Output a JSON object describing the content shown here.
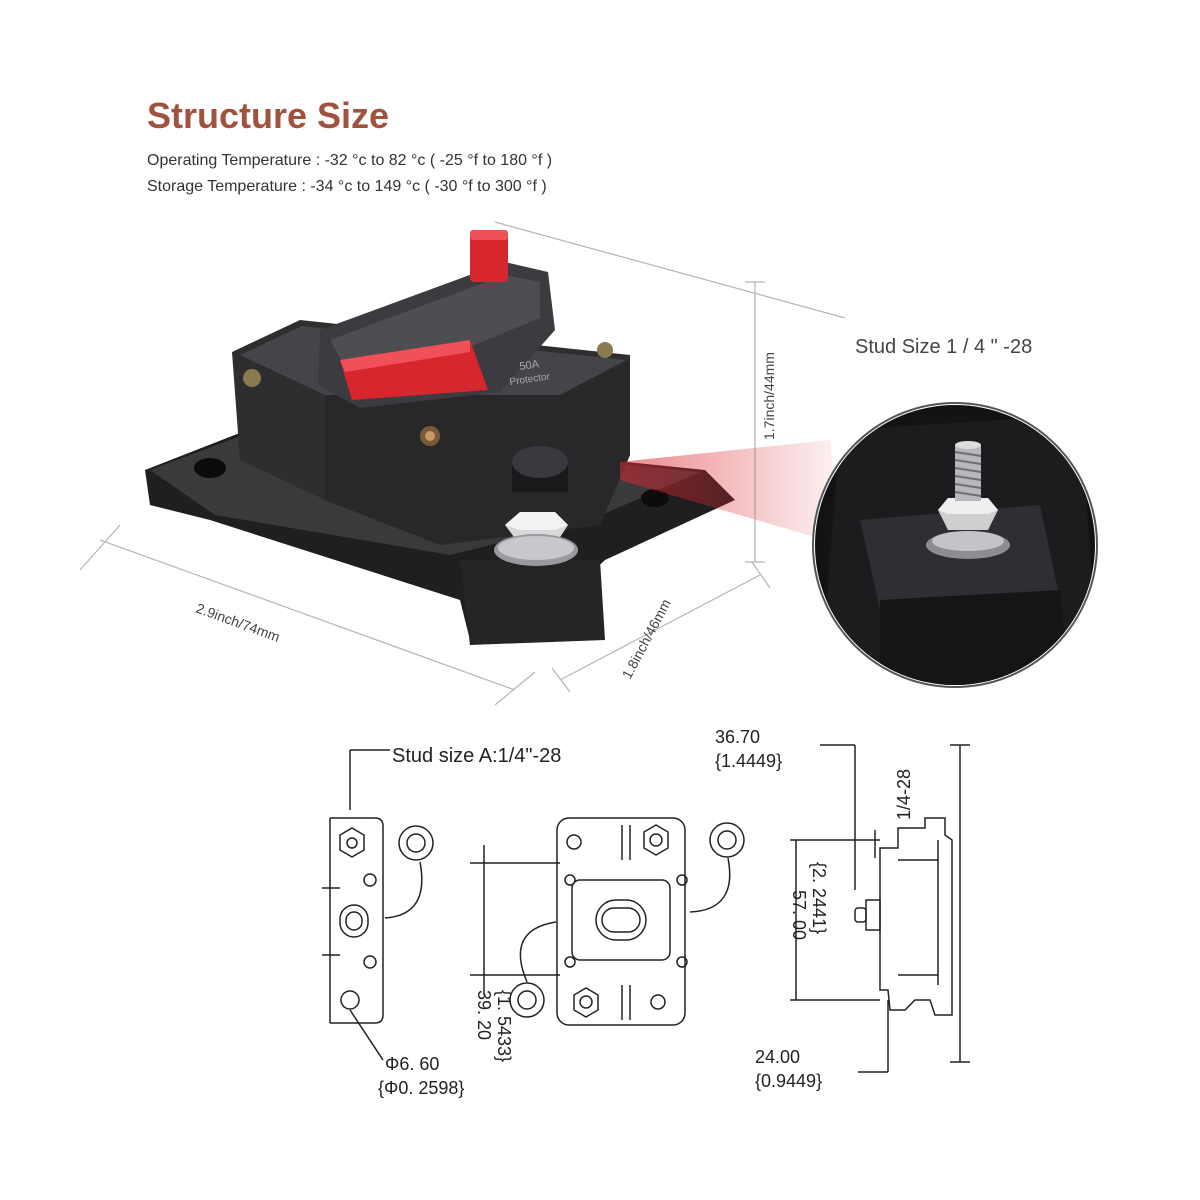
{
  "header": {
    "title": "Structure Size",
    "operating_temp": "Operating Temperature : -32 °c to 82 °c ( -25 °f to 180 °f )",
    "storage_temp": "Storage Temperature : -34 °c to 149 °c ( -30 °f to 300 °f )"
  },
  "photo": {
    "height_label": "1.7inch/44mm",
    "length_label": "2.9inch/74mm",
    "width_label": "1.8inch/46mm",
    "stud_label": "Stud Size 1 / 4 \" -28",
    "breaker_label_1": "50A",
    "breaker_label_2": "Protector"
  },
  "drawing": {
    "stud_size_a": "Stud size A:1/4\"-28",
    "dim_top_mm": "36.70",
    "dim_top_in": "{1.4449}",
    "dim_side_stud": "1/4-28",
    "dim_spacing_mm": "39. 20",
    "dim_spacing_in": "{1. 5433}",
    "dim_height_mm": "57. 00",
    "dim_height_in": "{2. 2441}",
    "dim_hole_mm": "Φ6. 60",
    "dim_hole_in": "{Φ0. 2598}",
    "dim_depth_mm": "24.00",
    "dim_depth_in": "{0.9449}"
  },
  "colors": {
    "accent": "#a0523e",
    "breaker_body": "#2a2a2c",
    "lever_red": "#d8262e"
  }
}
